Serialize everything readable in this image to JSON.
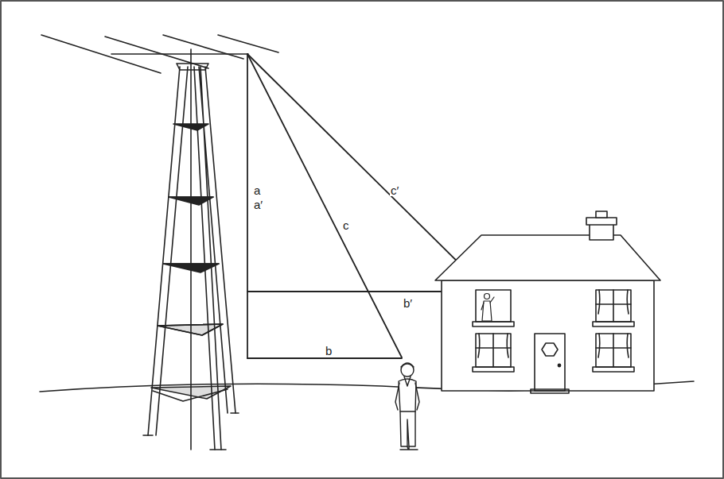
{
  "diagram": {
    "labels": [
      "a",
      "a′",
      "c′",
      "c",
      "b′",
      "b"
    ]
  }
}
